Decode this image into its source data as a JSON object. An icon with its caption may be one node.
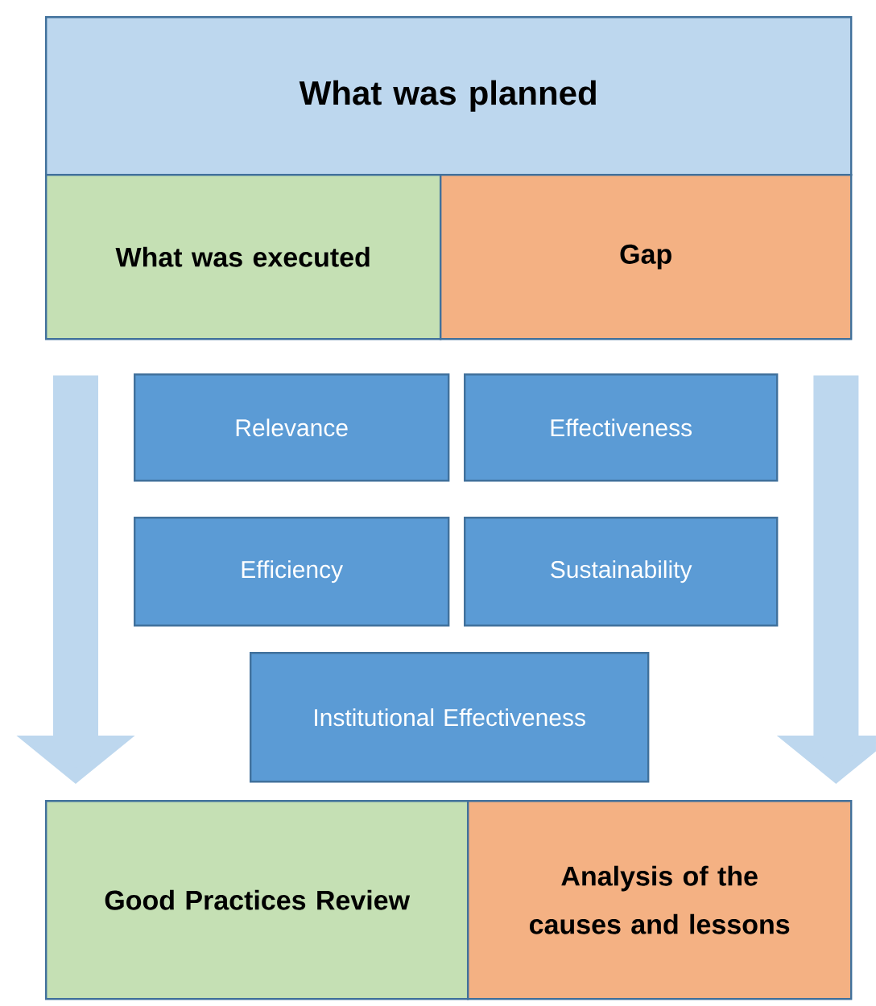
{
  "diagram": {
    "nodes": [
      {
        "text": [
          "What was planned"
        ]
      },
      {
        "text": [
          "What was executed"
        ]
      },
      {
        "text": [
          "Gap"
        ]
      },
      {
        "text": [
          "Relevance"
        ]
      },
      {
        "text": [
          "Effectiveness"
        ]
      },
      {
        "text": [
          "Efficiency"
        ]
      },
      {
        "text": [
          "Sustainability"
        ]
      },
      {
        "text": [
          "Institutional Effectiveness"
        ]
      },
      {
        "text": [
          "Good Practices Review"
        ]
      },
      {
        "text": [
          "Analysis of the causes and lessons"
        ]
      }
    ],
    "edges": [
      {
        "from": 1,
        "to": 8,
        "arrow": "to"
      },
      {
        "from": 2,
        "to": 9,
        "arrow": "to"
      }
    ]
  }
}
